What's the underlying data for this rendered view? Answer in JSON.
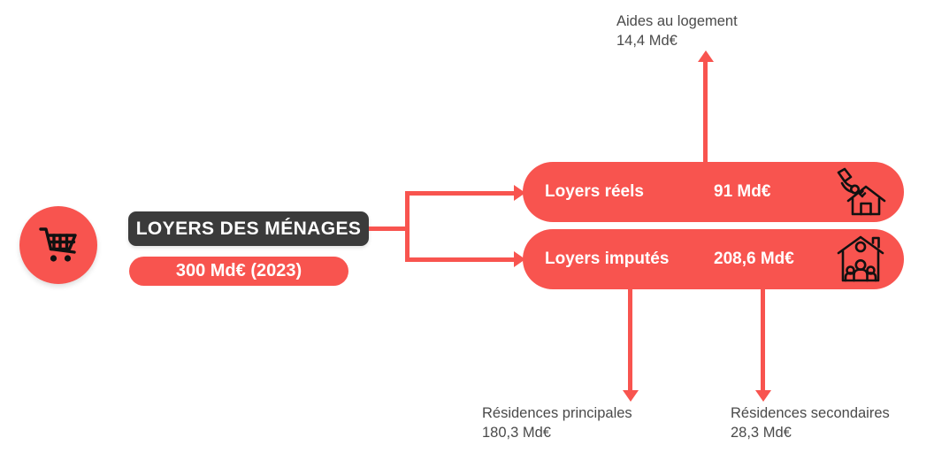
{
  "theme": {
    "accent_red": "#f8544f",
    "dark_chip": "#3b3b3b",
    "caption_gray": "#4a4a4a",
    "background": "#ffffff"
  },
  "source_node": {
    "icon": "shopping-cart-icon",
    "title": "LOYERS DES MÉNAGES",
    "total": "300 Md€ (2023)"
  },
  "rows": [
    {
      "label": "Loyers réels",
      "value": "91 Md€",
      "icon": "hand-key-house-icon"
    },
    {
      "label": "Loyers imputés",
      "value": "208,6 Md€",
      "icon": "house-family-icon"
    }
  ],
  "captions": {
    "aides": {
      "title": "Aides au logement",
      "value": "14,4 Md€"
    },
    "principales": {
      "title": "Résidences principales",
      "value": "180,3 Md€"
    },
    "secondaires": {
      "title": "Résidences secondaires",
      "value": "28,3 Md€"
    }
  }
}
